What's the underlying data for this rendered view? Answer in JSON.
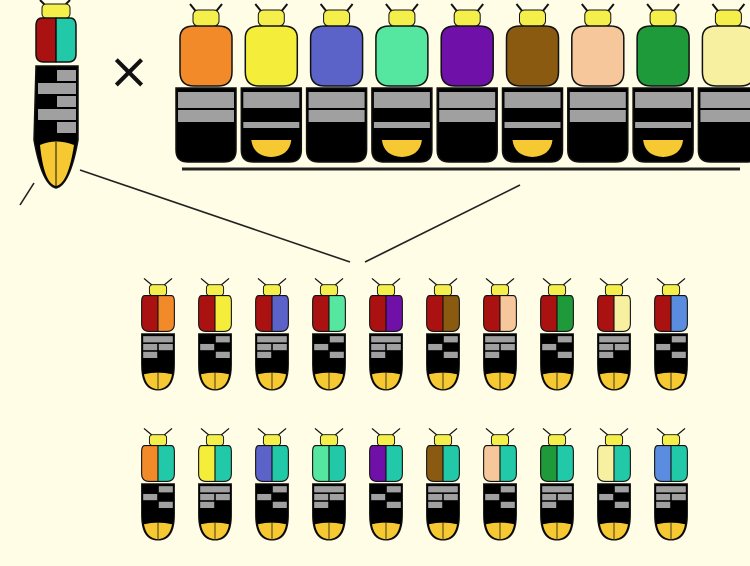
{
  "cross_symbol": "×",
  "colors": {
    "background": "#fffde6",
    "line": "#222222",
    "head": "#f4ef4a",
    "black": "#000000",
    "grey": "#a0a0a0",
    "tip_yellow": "#f6c933",
    "maternal_red": "#aa1212",
    "maternal_teal": "#22c9a8"
  },
  "maternal_beetle": {
    "elytra_left": "#aa1212",
    "elytra_right": "#22c9a8",
    "abdomen_pattern": [
      "black",
      "grey",
      "black",
      "grey",
      "black",
      "grey",
      "grey",
      "black"
    ]
  },
  "paternal_beetles": [
    {
      "color": "#f28a2a"
    },
    {
      "color": "#f4ee3a"
    },
    {
      "color": "#5b63c8"
    },
    {
      "color": "#55e6a0"
    },
    {
      "color": "#6f11a8"
    },
    {
      "color": "#8a5a10"
    },
    {
      "color": "#f6c79a"
    },
    {
      "color": "#1f9a3a"
    },
    {
      "color": "#f6f0a0"
    }
  ],
  "offspring_rows": [
    {
      "left_color": "#aa1212",
      "right_colors": [
        "#f28a2a",
        "#f4ee3a",
        "#5b63c8",
        "#55e6a0",
        "#6f11a8",
        "#8a5a10",
        "#f6c79a",
        "#1f9a3a",
        "#f6f0a0",
        "#5a8de0"
      ]
    },
    {
      "left_colors": [
        "#f28a2a",
        "#f4ee3a",
        "#5b63c8",
        "#55e6a0",
        "#6f11a8",
        "#8a5a10",
        "#f6c79a",
        "#1f9a3a",
        "#f6f0a0",
        "#5a8de0"
      ],
      "right_color": "#22c9a8"
    }
  ]
}
